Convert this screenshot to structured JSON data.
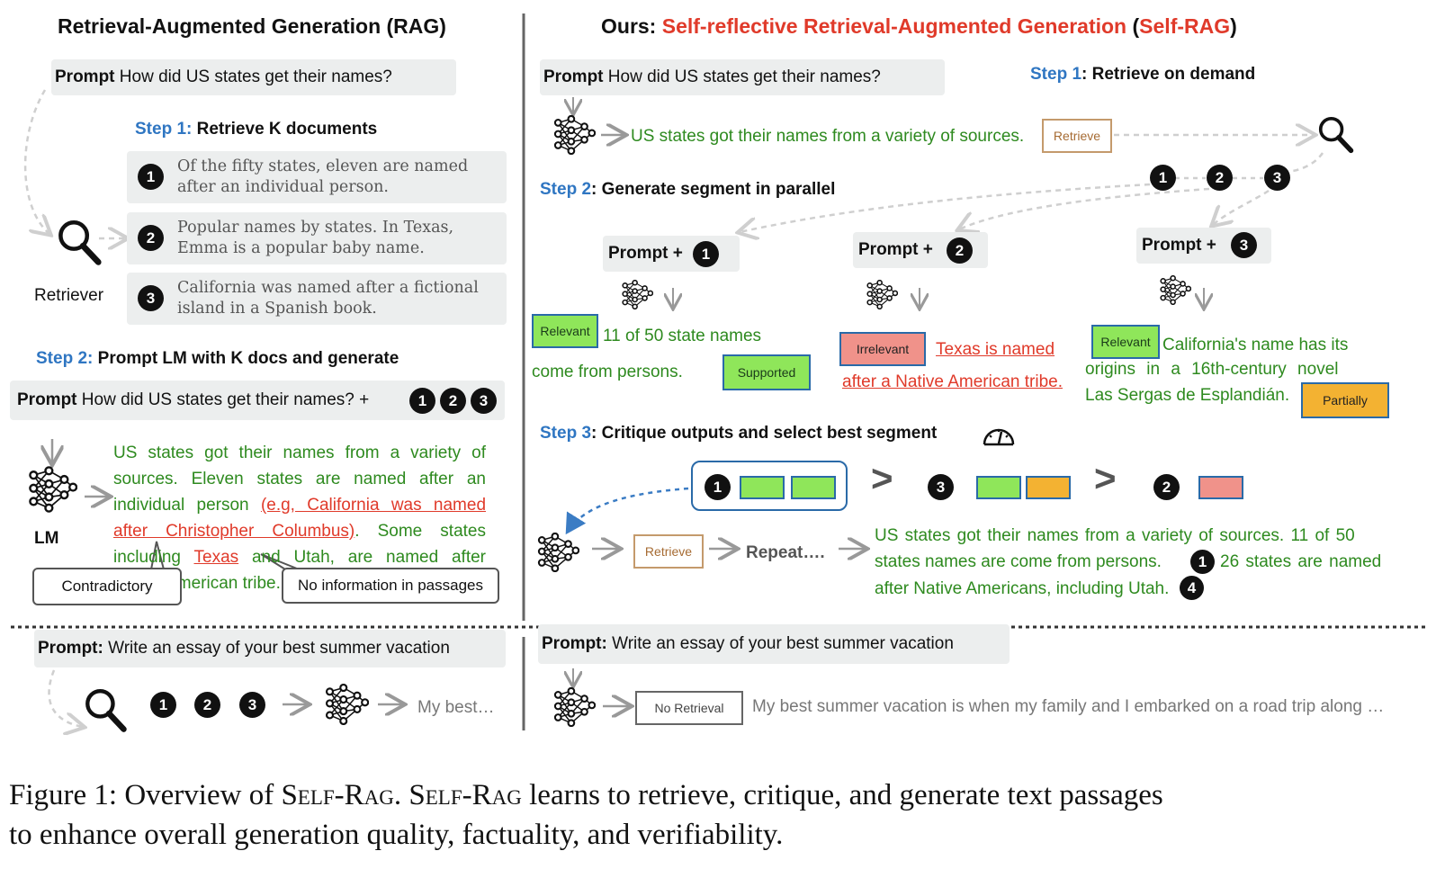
{
  "left": {
    "title": "Retrieval-Augmented Generation (RAG)",
    "prompt_label": "Prompt",
    "prompt_text": "How did US states get their names?",
    "step1_num": "Step 1:",
    "step1_text": "Retrieve K documents",
    "docs": [
      {
        "num": "1",
        "text": "Of the fifty states, eleven are named after an individual person."
      },
      {
        "num": "2",
        "text": "Popular names by states. In Texas, Emma is a popular baby name."
      },
      {
        "num": "3",
        "text": "California was named after a fictional island in a Spanish book."
      }
    ],
    "retriever_label": "Retriever",
    "step2_num": "Step 2:",
    "step2_text": "Prompt LM with K docs and generate",
    "prompt2_text": "How did US states get their names? +",
    "lm_label": "LM",
    "gen_part1": "US states got their names from a variety of sources. Eleven states are named after an individual person",
    "gen_wrong1": "(e.g, California was named after Christopher Columbus)",
    "gen_part2": ". Some states including",
    "gen_wrong2": "Texas",
    "gen_part3": "and Utah, are named after Native American tribe.",
    "callout_contradictory": "Contradictory",
    "callout_noinfo": "No information in passages",
    "bottom_prompt_label": "Prompt:",
    "bottom_prompt_text": "Write an essay of your best summer vacation",
    "bottom_output": "My best…"
  },
  "right": {
    "title_ours": "Ours:",
    "title_main": "Self-reflective Retrieval-Augmented Generation",
    "title_paren_open": "(",
    "title_abbr": "Self-RAG",
    "title_paren_close": ")",
    "prompt_label": "Prompt",
    "prompt_text": "How did US states get their names?",
    "step1_num": "Step 1",
    "step1_text": ": Retrieve on demand",
    "first_output": "US states got their names from a variety of sources.",
    "retrieve_tag": "Retrieve",
    "step2_num": "Step 2",
    "step2_text": ": Generate segment in parallel",
    "prompt_plus": "Prompt +",
    "seg1": {
      "tag": "Relevant",
      "text_a": "11 of 50 state names",
      "text_b": "come from persons.",
      "tag2": "Supported"
    },
    "seg2": {
      "tag": "Irrelevant",
      "text_a": "Texas is named",
      "text_b": "after a Native American tribe."
    },
    "seg3": {
      "tag": "Relevant",
      "text_a": "California's name has its",
      "text_b": "origins in a 16th-century novel",
      "text_c": "Las Sergas de Esplandián.",
      "tag2": "Partially"
    },
    "step3_num": "Step 3",
    "step3_text": ": Critique outputs and select best segment",
    "gt": ">",
    "repeat": "Repeat….",
    "final_a": "US states got their names from a variety of sources. 11 of 50",
    "final_b": "states names are come from persons.",
    "final_c": "26 states are named",
    "final_d": "after Native Americans, including Utah.",
    "final_badge1": "1",
    "final_badge2": "4",
    "bottom_prompt_label": "Prompt:",
    "bottom_prompt_text": "Write an essay of your best summer vacation",
    "no_retrieval_tag": "No Retrieval",
    "bottom_output": "My best summer vacation is when my family and I embarked on a road trip along …"
  },
  "caption": {
    "fig": "Figure 1: Overview of",
    "name1": "Self-Rag",
    "mid": ".",
    "name2": "Self-Rag",
    "rest": "learns to retrieve, critique, and generate text passages",
    "line2": "to enhance overall generation quality, factuality, and verifiability."
  },
  "colors": {
    "accent_red": "#e03a2a",
    "step_blue": "#2f76c2",
    "gen_green": "#2e8a1f",
    "relevant": "#8fe65a",
    "irrelevant": "#f0928a",
    "partial": "#f3b232"
  },
  "icons": [
    "magnifier-icon",
    "neural-network-icon",
    "gauge-icon",
    "arrow-icon"
  ]
}
